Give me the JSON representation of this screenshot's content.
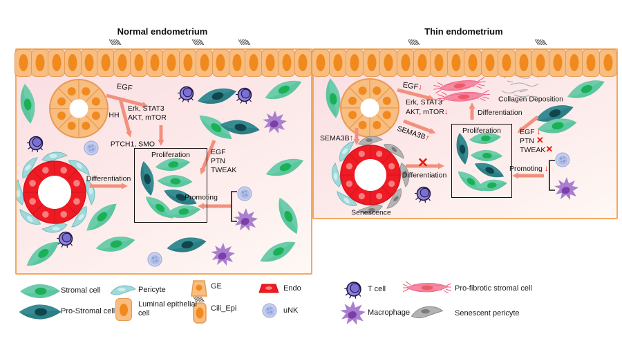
{
  "titles": {
    "left": "Normal endometrium",
    "right": "Thin endometrium"
  },
  "normal": {
    "egf": "EGF",
    "hh": "HH",
    "erk": "Erk, STAT3",
    "akt": "AKT, mTOR",
    "ptch": "PTCH1, SMO",
    "proliferation": "Proliferation",
    "egf2": "EGF",
    "ptn": "PTN",
    "tweak": "TWEAK",
    "promoting": "Promoting",
    "differentiation": "Differentiation"
  },
  "thin": {
    "egf": "EGF",
    "erk": "Erk, STAT3",
    "akt": "AKT, mTOR",
    "sema3b_epi": "SEMA3B",
    "sema3b_gland": "SEMA3B",
    "collagen": "Collagen Deposition",
    "differentiation_up": "Differentiation",
    "proliferation": "Proliferation",
    "egf2": "EGF",
    "ptn": "PTN",
    "tweak": "TWEAK",
    "promoting": "Promoting",
    "differentiation_blocked": "Differentiation",
    "senescence": "Senescence"
  },
  "marks": {
    "up": "↑",
    "down": "↓",
    "cross": "✕"
  },
  "legend": {
    "stromal": "Stromal cell",
    "prostromal": "Pro-Stromal cell",
    "pericyte": "Pericyte",
    "luminal": "Luminal epithelial cell",
    "ge": "GE",
    "cili": "Cili_Epi",
    "endo": "Endo",
    "unk": "uNK",
    "tcell": "T cell",
    "macrophage": "Macrophage",
    "fibrotic": "Pro-fibrotic stromal cell",
    "senescent": "Senescent pericyte"
  },
  "colors": {
    "arrow_salmon": "#F2907E",
    "red_mark": "#E51A0C",
    "panel_border": "#F2A95E",
    "panel_bg": "#FADDE3",
    "epithelial_fill": "#F8BD81",
    "epithelial_stroke": "#E89A4F",
    "nucleus_orange": "#F08A1E",
    "stromal_body": "#5CC6A0",
    "stromal_nucleus": "#1BB055",
    "prostromal_body": "#2B7F85",
    "prostromal_nucleus": "#11454C",
    "pericyte_body": "#9FD9DA",
    "senescent_body": "#ACACAC",
    "endo_red": "#EE1B24",
    "tcell_purple": "#8F85DC",
    "macrophage_purple": "#A97FD0",
    "unk_blue": "#C6D0EC",
    "fibrotic_pink": "#F58AA2"
  }
}
